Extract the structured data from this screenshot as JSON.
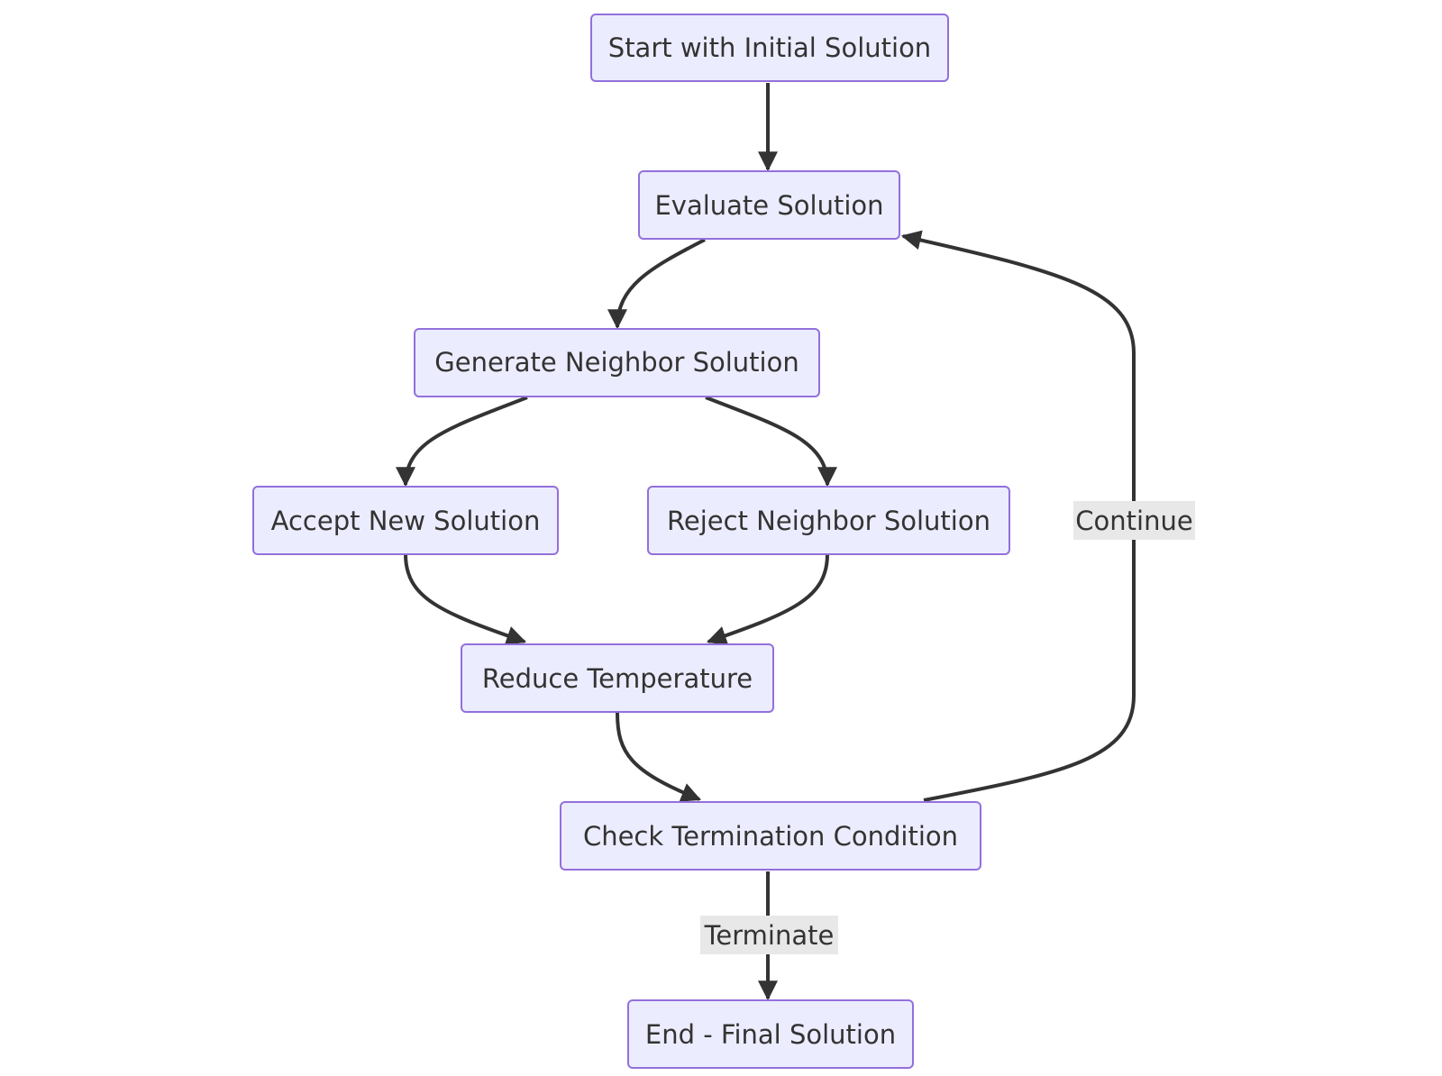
{
  "nodes": {
    "start": "Start with Initial Solution",
    "evaluate": "Evaluate Solution",
    "generate": "Generate Neighbor Solution",
    "accept": "Accept New Solution",
    "reject": "Reject Neighbor Solution",
    "reduce": "Reduce Temperature",
    "check": "Check Termination Condition",
    "end": "End - Final Solution"
  },
  "edge_labels": {
    "continue": "Continue",
    "terminate": "Terminate"
  },
  "edges": [
    {
      "from": "start",
      "to": "evaluate"
    },
    {
      "from": "evaluate",
      "to": "generate"
    },
    {
      "from": "generate",
      "to": "accept"
    },
    {
      "from": "generate",
      "to": "reject"
    },
    {
      "from": "accept",
      "to": "reduce"
    },
    {
      "from": "reject",
      "to": "reduce"
    },
    {
      "from": "reduce",
      "to": "check"
    },
    {
      "from": "check",
      "to": "evaluate",
      "label": "Continue"
    },
    {
      "from": "check",
      "to": "end",
      "label": "Terminate"
    }
  ],
  "colors": {
    "node_fill": "#ececff",
    "node_stroke": "#9370db",
    "edge": "#333333",
    "text": "#333333",
    "label_bg": "#e8e8e8"
  }
}
